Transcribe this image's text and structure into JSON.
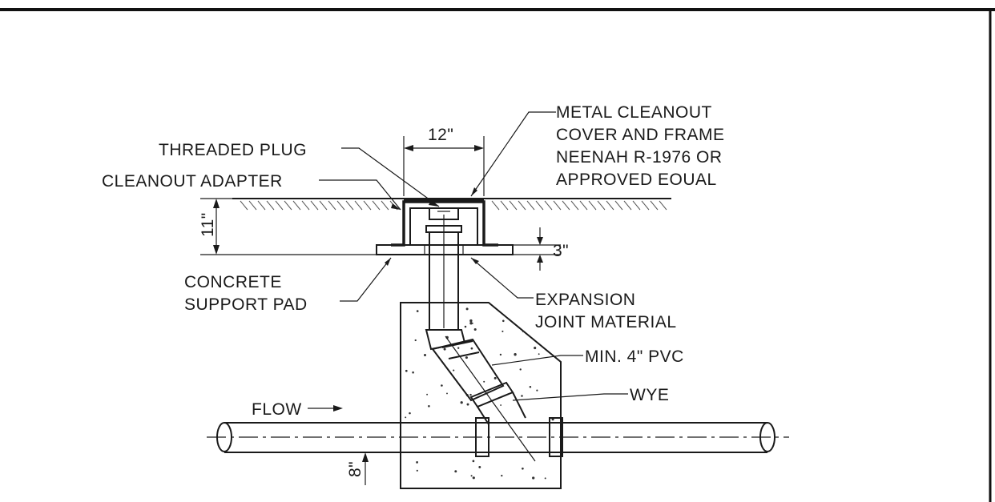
{
  "labels": {
    "threaded_plug": "THREADED PLUG",
    "cleanout_adapter": "CLEANOUT ADAPTER",
    "cover_line1": "METAL CLEANOUT",
    "cover_line2": "COVER AND FRAME",
    "cover_line3": "NEENAH R-1976 OR",
    "cover_line4": "APPROVED EOUAL",
    "pad_line1": "CONCRETE",
    "pad_line2": "SUPPORT PAD",
    "expansion_line1": "EXPANSION",
    "expansion_line2": "JOINT MATERIAL",
    "pvc": "MIN. 4\" PVC",
    "wye": "WYE",
    "flow": "FLOW",
    "dim_12": "12\"",
    "dim_11": "11\"",
    "dim_3": "3\"",
    "dim_8": "8\""
  }
}
